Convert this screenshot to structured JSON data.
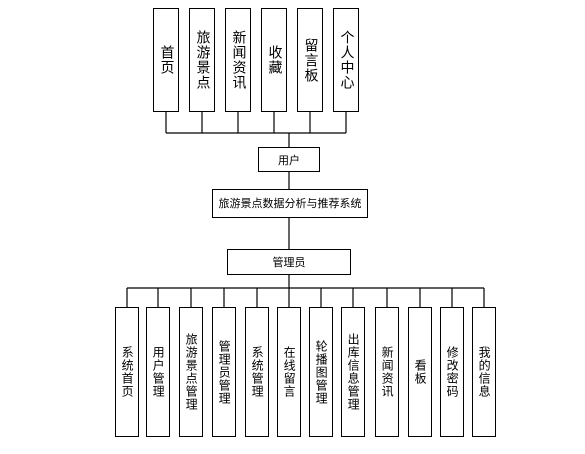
{
  "diagram": {
    "top_modules": [
      "首页",
      "旅游景点",
      "新闻资讯",
      "收藏",
      "留言板",
      "个人中心"
    ],
    "user_node": "用户",
    "system_node": "旅游景点数据分析与推荐系统",
    "admin_node": "管理员",
    "admin_modules": [
      "系统首页",
      "用户管理",
      "旅游景点管理",
      "管理员管理",
      "系统管理",
      "在线留言",
      "轮播图管理",
      "出库信息管理",
      "新闻资讯",
      "看板",
      "修改密码",
      "我的信息"
    ]
  }
}
